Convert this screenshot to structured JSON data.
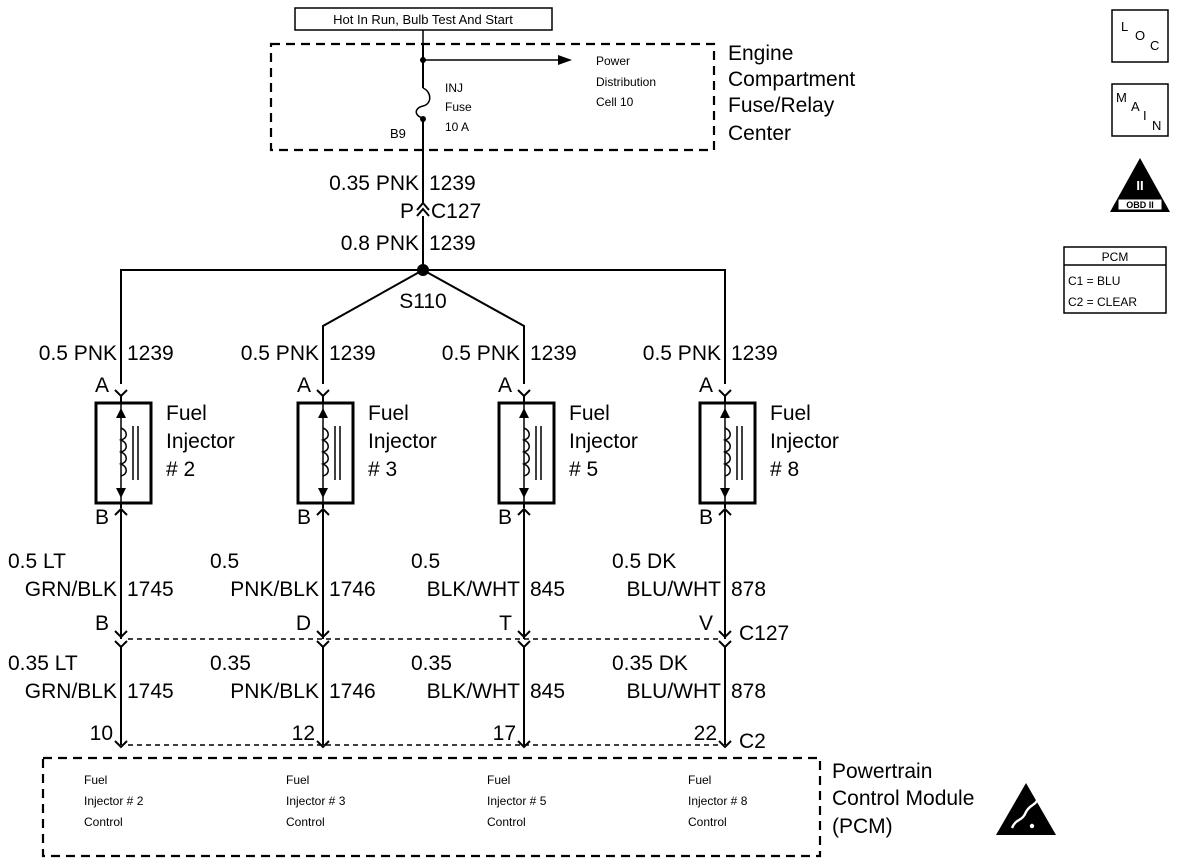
{
  "power_source": {
    "label": "Hot In Run, Bulb Test And Start"
  },
  "fuse_center": {
    "name_lines": [
      "Engine",
      "Compartment",
      "Fuse/Relay",
      "Center"
    ],
    "fuse_label_lines": [
      "INJ",
      "Fuse",
      "10 A"
    ],
    "fuse_terminal": "B9",
    "distribution_lines": [
      "Power",
      "Distribution",
      "Cell 10"
    ]
  },
  "feed": {
    "upper_gauge_color": "0.35 PNK",
    "upper_circuit": "1239",
    "connector_pin": "P",
    "connector": "C127",
    "lower_gauge_color": "0.8 PNK",
    "lower_circuit": "1239",
    "splice": "S110"
  },
  "injectors": [
    {
      "feed_gauge": "0.5 PNK",
      "feed_circuit": "1239",
      "pin_a": "A",
      "pin_b": "B",
      "name_lines": [
        "Fuel",
        "Injector",
        "# 2"
      ],
      "out_gauge_lines": [
        "0.5 LT",
        "GRN/BLK"
      ],
      "out_circuit": "1745",
      "c127_pin": "B",
      "pcm_gauge_lines": [
        "0.35 LT",
        "GRN/BLK"
      ],
      "pcm_circuit": "1745",
      "c2_pin": "10",
      "pcm_label_lines": [
        "Fuel",
        "Injector # 2",
        "Control"
      ]
    },
    {
      "feed_gauge": "0.5 PNK",
      "feed_circuit": "1239",
      "pin_a": "A",
      "pin_b": "B",
      "name_lines": [
        "Fuel",
        "Injector",
        "# 3"
      ],
      "out_gauge_lines": [
        "0.5",
        "PNK/BLK"
      ],
      "out_circuit": "1746",
      "c127_pin": "D",
      "pcm_gauge_lines": [
        "0.35",
        "PNK/BLK"
      ],
      "pcm_circuit": "1746",
      "c2_pin": "12",
      "pcm_label_lines": [
        "Fuel",
        "Injector # 3",
        "Control"
      ]
    },
    {
      "feed_gauge": "0.5 PNK",
      "feed_circuit": "1239",
      "pin_a": "A",
      "pin_b": "B",
      "name_lines": [
        "Fuel",
        "Injector",
        "# 5"
      ],
      "out_gauge_lines": [
        "0.5",
        "BLK/WHT"
      ],
      "out_circuit": "845",
      "c127_pin": "T",
      "pcm_gauge_lines": [
        "0.35",
        "BLK/WHT"
      ],
      "pcm_circuit": "845",
      "c2_pin": "17",
      "pcm_label_lines": [
        "Fuel",
        "Injector # 5",
        "Control"
      ]
    },
    {
      "feed_gauge": "0.5 PNK",
      "feed_circuit": "1239",
      "pin_a": "A",
      "pin_b": "B",
      "name_lines": [
        "Fuel",
        "Injector",
        "# 8"
      ],
      "out_gauge_lines": [
        "0.5 DK",
        "BLU/WHT"
      ],
      "out_circuit": "878",
      "c127_pin": "V",
      "pcm_gauge_lines": [
        "0.35 DK",
        "BLU/WHT"
      ],
      "pcm_circuit": "878",
      "c2_pin": "22",
      "pcm_label_lines": [
        "Fuel",
        "Injector # 8",
        "Control"
      ]
    }
  ],
  "connectors": {
    "upper": "C127",
    "lower": "C2"
  },
  "pcm": {
    "name_lines": [
      "Powertrain",
      "Control Module",
      "(PCM)"
    ]
  },
  "legend": {
    "loc_letters": [
      "L",
      "O",
      "C"
    ],
    "main_letters": [
      "M",
      "A",
      "I",
      "N"
    ],
    "obd_symbol": "II",
    "obd_label": "OBD II",
    "pcm_box_title": "PCM",
    "pcm_box_lines": [
      "C1 = BLU",
      "C2 = CLEAR"
    ]
  }
}
